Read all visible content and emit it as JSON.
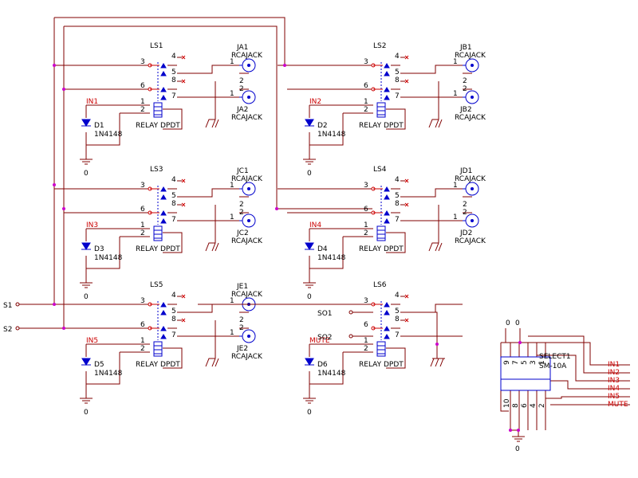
{
  "relays": [
    {
      "ref": "LS1",
      "value": "RELAY DPDT",
      "input_net": "IN1",
      "diode_ref": "D1",
      "diode_value": "1N4148",
      "jack_top_ref": "JA1",
      "jack_bottom_ref": "JA2",
      "jack_value": "RCAJACK",
      "pins": {
        "p4": "4",
        "p5": "5",
        "p8": "8",
        "p7": "7",
        "p3": "3",
        "p6": "6",
        "p1": "1",
        "p2": "2"
      },
      "jack_pins": {
        "sig": "1",
        "gnd": "2"
      },
      "ground_label": "0"
    },
    {
      "ref": "LS2",
      "value": "RELAY DPDT",
      "input_net": "IN2",
      "diode_ref": "D2",
      "diode_value": "1N4148",
      "jack_top_ref": "JB1",
      "jack_bottom_ref": "JB2",
      "jack_value": "RCAJACK",
      "pins": {
        "p4": "4",
        "p5": "5",
        "p8": "8",
        "p7": "7",
        "p3": "3",
        "p6": "6",
        "p1": "1",
        "p2": "2"
      },
      "jack_pins": {
        "sig": "1",
        "gnd": "2"
      },
      "ground_label": "0"
    },
    {
      "ref": "LS3",
      "value": "RELAY DPDT",
      "input_net": "IN3",
      "diode_ref": "D3",
      "diode_value": "1N4148",
      "jack_top_ref": "JC1",
      "jack_bottom_ref": "JC2",
      "jack_value": "RCAJACK",
      "pins": {
        "p4": "4",
        "p5": "5",
        "p8": "8",
        "p7": "7",
        "p3": "3",
        "p6": "6",
        "p1": "1",
        "p2": "2"
      },
      "jack_pins": {
        "sig": "1",
        "gnd": "2"
      },
      "ground_label": "0"
    },
    {
      "ref": "LS4",
      "value": "RELAY DPDT",
      "input_net": "IN4",
      "diode_ref": "D4",
      "diode_value": "1N4148",
      "jack_top_ref": "JD1",
      "jack_bottom_ref": "JD2",
      "jack_value": "RCAJACK",
      "pins": {
        "p4": "4",
        "p5": "5",
        "p8": "8",
        "p7": "7",
        "p3": "3",
        "p6": "6",
        "p1": "1",
        "p2": "2"
      },
      "jack_pins": {
        "sig": "1",
        "gnd": "2"
      },
      "ground_label": "0"
    },
    {
      "ref": "LS5",
      "value": "RELAY DPDT",
      "input_net": "IN5",
      "diode_ref": "D5",
      "diode_value": "1N4148",
      "jack_top_ref": "JE1",
      "jack_bottom_ref": "JE2",
      "jack_value": "RCAJACK",
      "pins": {
        "p4": "4",
        "p5": "5",
        "p8": "8",
        "p7": "7",
        "p3": "3",
        "p6": "6",
        "p1": "1",
        "p2": "2"
      },
      "jack_pins": {
        "sig": "1",
        "gnd": "2"
      },
      "ground_label": "0"
    },
    {
      "ref": "LS6",
      "value": "RELAY DPDT",
      "input_net": "MUTE",
      "diode_ref": "D6",
      "diode_value": "1N4148",
      "jack_top_ref": "",
      "jack_bottom_ref": "",
      "jack_value": "",
      "pins": {
        "p4": "4",
        "p5": "5",
        "p8": "8",
        "p7": "7",
        "p3": "3",
        "p6": "6",
        "p1": "1",
        "p2": "2"
      },
      "jack_pins": {
        "sig": "",
        "gnd": ""
      },
      "ground_label": "0",
      "so1": "SO1",
      "so2": "SO2"
    }
  ],
  "ports": {
    "s1": "S1",
    "s2": "S2"
  },
  "selector": {
    "ref": "SELECT1",
    "value": "SM-10A",
    "top_pins": [
      "9",
      "7",
      "5",
      "3",
      "1"
    ],
    "bottom_pins": [
      "10",
      "8",
      "6",
      "4",
      "2"
    ],
    "top_zeros": [
      "0",
      "0"
    ],
    "nets": [
      "IN1",
      "IN2",
      "IN3",
      "IN4",
      "IN5",
      "MUTE"
    ],
    "ground_label": "0"
  },
  "colors": {
    "wire": "#800000",
    "component": "#0000cc",
    "net_label": "#cc0000",
    "junction": "#cc00cc",
    "text": "#000000"
  }
}
